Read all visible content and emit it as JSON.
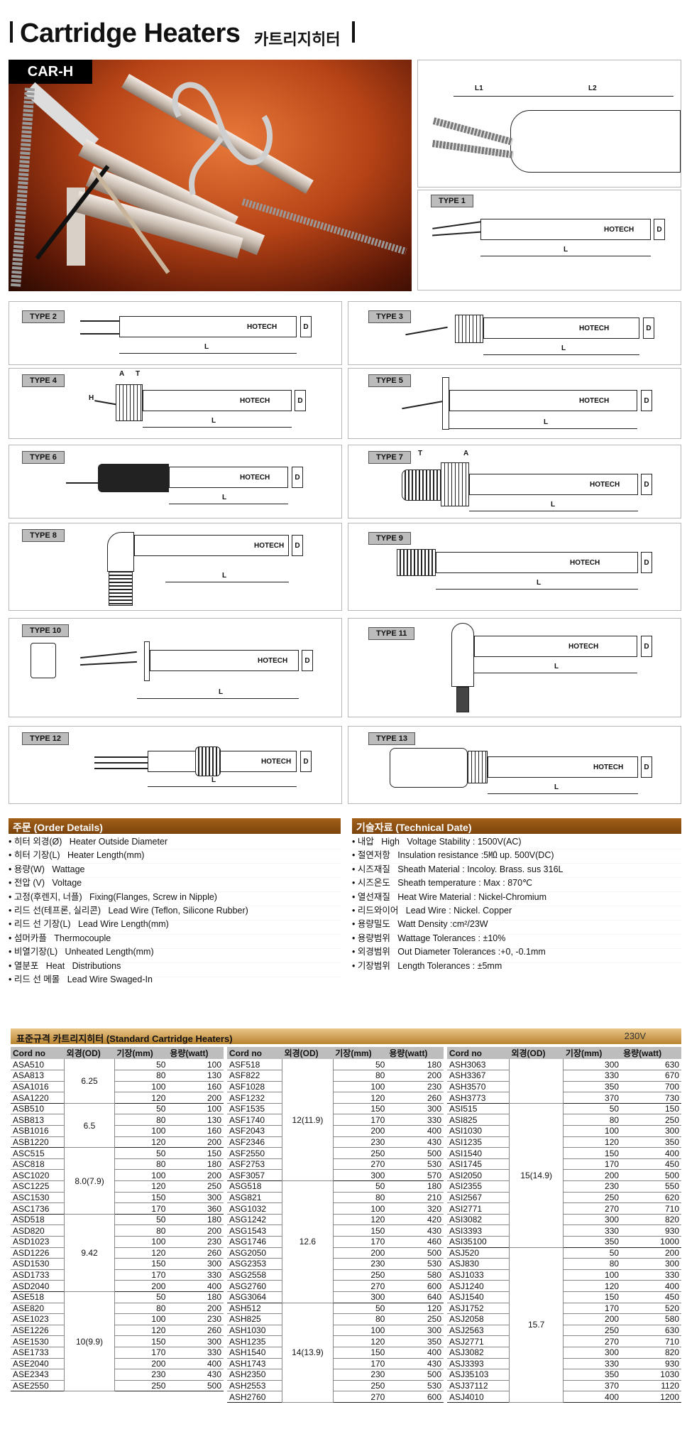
{
  "header": {
    "title": "Cartridge Heaters",
    "title_kr": "카트리지히터"
  },
  "photo": {
    "badge": "CAR-H"
  },
  "diagram_top": {
    "l1": "L1",
    "l2": "L2"
  },
  "types": [
    {
      "label": "TYPE 1",
      "hotech": "HOTECH",
      "d": "D",
      "l": "L"
    },
    {
      "label": "TYPE 2",
      "hotech": "HOTECH",
      "d": "D",
      "l": "L"
    },
    {
      "label": "TYPE 3",
      "hotech": "HOTECH",
      "d": "D",
      "l": "L"
    },
    {
      "label": "TYPE 4",
      "hotech": "HOTECH",
      "d": "D",
      "l": "L",
      "a": "A",
      "t": "T",
      "h": "H"
    },
    {
      "label": "TYPE 5",
      "hotech": "HOTECH",
      "d": "D",
      "l": "L"
    },
    {
      "label": "TYPE 6",
      "hotech": "HOTECH",
      "d": "D",
      "l": "L"
    },
    {
      "label": "TYPE 7",
      "hotech": "HOTECH",
      "d": "D",
      "l": "L",
      "a": "A",
      "t": "T"
    },
    {
      "label": "TYPE 8",
      "hotech": "HOTECH",
      "d": "D",
      "l": "L"
    },
    {
      "label": "TYPE 9",
      "hotech": "HOTECH",
      "d": "D",
      "l": "L"
    },
    {
      "label": "TYPE 10",
      "hotech": "HOTECH",
      "d": "D",
      "l": "L"
    },
    {
      "label": "TYPE 11",
      "hotech": "HOTECH",
      "d": "D",
      "l": "L"
    },
    {
      "label": "TYPE 12",
      "hotech": "HOTECH",
      "d": "D",
      "l": "L"
    },
    {
      "label": "TYPE 13",
      "hotech": "HOTECH",
      "d": "D",
      "l": "L"
    }
  ],
  "order": {
    "title": "주문 (Order Details)",
    "items": [
      "• 히터 외경(Ø)    Heater Outside Diameter",
      "• 히터 기장(L)    Heater Length(mm)",
      "• 용량(W)    Wattage",
      "• 전압 (V)    Voltage",
      "• 고정(후렌지, 너플)    Fixing(Flanges, Screw in Nipple)",
      "• 리드 선(테프론, 실리콘)    Lead Wire (Teflon, Silicone Rubber)",
      "• 리드 선 기장(L)    Lead Wire Length(mm)",
      "• 섬머카플    Thermocouple",
      "• 비열기장(L)    Unheated Length(mm)",
      "• 열분포    Heat    Distributions",
      "• 리드 선 메몰    Lead Wire Swaged-In"
    ]
  },
  "tech": {
    "title": "기술자료 (Technical Date)",
    "items": [
      "• 내압  High  Voltage Stability : 1500V(AC)",
      "• 절연저항   Insulation resistance :5㏁ up. 500V(DC)",
      "• 시즈재질  Sheath Material : Incoloy. Brass. sus 316L",
      "• 시즈온도   Sheath temperature : Max : 870℃",
      "• 열선재질  Heat Wire Material : Nickel-Chromium",
      "• 리드와이어  Lead Wire : Nickel. Copper",
      "• 용량밀도  Watt Density :cm²/23W",
      "• 용량범위  Wattage Tolerances : ±10%",
      "• 외경범위   Out Diameter Tolerances :+0, -0.1mm",
      "• 기장범위   Length Tolerances : ±5mm"
    ]
  },
  "standard": {
    "title": "표준규격 카트리지히터 (Standard Cartridge Heaters)",
    "voltage": "230V",
    "headers": [
      "Cord no",
      "외경(OD)",
      "기장(mm)",
      "용량(watt)"
    ],
    "columns": [
      [
        {
          "od": "6.25",
          "rows": [
            [
              "ASA510",
              "50",
              "100"
            ],
            [
              "ASA813",
              "80",
              "130"
            ],
            [
              "ASA1016",
              "100",
              "160"
            ],
            [
              "ASA1220",
              "120",
              "200"
            ]
          ]
        },
        {
          "od": "6.5",
          "rows": [
            [
              "ASB510",
              "50",
              "100"
            ],
            [
              "ASB813",
              "80",
              "130"
            ],
            [
              "ASB1016",
              "100",
              "160"
            ],
            [
              "ASB1220",
              "120",
              "200"
            ]
          ]
        },
        {
          "od": "8.0(7.9)",
          "rows": [
            [
              "ASC515",
              "50",
              "150"
            ],
            [
              "ASC818",
              "80",
              "180"
            ],
            [
              "ASC1020",
              "100",
              "200"
            ],
            [
              "ASC1225",
              "120",
              "250"
            ],
            [
              "ASC1530",
              "150",
              "300"
            ],
            [
              "ASC1736",
              "170",
              "360"
            ]
          ]
        },
        {
          "od": "9.42",
          "rows": [
            [
              "ASD518",
              "50",
              "180"
            ],
            [
              "ASD820",
              "80",
              "200"
            ],
            [
              "ASD1023",
              "100",
              "230"
            ],
            [
              "ASD1226",
              "120",
              "260"
            ],
            [
              "ASD1530",
              "150",
              "300"
            ],
            [
              "ASD1733",
              "170",
              "330"
            ],
            [
              "ASD2040",
              "200",
              "400"
            ]
          ]
        },
        {
          "od": "10(9.9)",
          "rows": [
            [
              "ASE518",
              "50",
              "180"
            ],
            [
              "ASE820",
              "80",
              "200"
            ],
            [
              "ASE1023",
              "100",
              "230"
            ],
            [
              "ASE1226",
              "120",
              "260"
            ],
            [
              "ASE1530",
              "150",
              "300"
            ],
            [
              "ASE1733",
              "170",
              "330"
            ],
            [
              "ASE2040",
              "200",
              "400"
            ],
            [
              "ASE2343",
              "230",
              "430"
            ],
            [
              "ASE2550",
              "250",
              "500"
            ]
          ]
        }
      ],
      [
        {
          "od": "12(11.9)",
          "rows": [
            [
              "ASF518",
              "50",
              "180"
            ],
            [
              "ASF822",
              "80",
              "200"
            ],
            [
              "ASF1028",
              "100",
              "230"
            ],
            [
              "ASF1232",
              "120",
              "260"
            ],
            [
              "ASF1535",
              "150",
              "300"
            ],
            [
              "ASF1740",
              "170",
              "330"
            ],
            [
              "ASF2043",
              "200",
              "400"
            ],
            [
              "ASF2346",
              "230",
              "430"
            ],
            [
              "ASF2550",
              "250",
              "500"
            ],
            [
              "ASF2753",
              "270",
              "530"
            ],
            [
              "ASF3057",
              "300",
              "570"
            ]
          ]
        },
        {
          "od": "12.6",
          "rows": [
            [
              "ASG518",
              "50",
              "180"
            ],
            [
              "ASG821",
              "80",
              "210"
            ],
            [
              "ASG1032",
              "100",
              "320"
            ],
            [
              "ASG1242",
              "120",
              "420"
            ],
            [
              "ASG1543",
              "150",
              "430"
            ],
            [
              "ASG1746",
              "170",
              "460"
            ],
            [
              "ASG2050",
              "200",
              "500"
            ],
            [
              "ASG2353",
              "230",
              "530"
            ],
            [
              "ASG2558",
              "250",
              "580"
            ],
            [
              "ASG2760",
              "270",
              "600"
            ],
            [
              "ASG3064",
              "300",
              "640"
            ]
          ]
        },
        {
          "od": "14(13.9)",
          "rows": [
            [
              "ASH512",
              "50",
              "120"
            ],
            [
              "ASH825",
              "80",
              "250"
            ],
            [
              "ASH1030",
              "100",
              "300"
            ],
            [
              "ASH1235",
              "120",
              "350"
            ],
            [
              "ASH1540",
              "150",
              "400"
            ],
            [
              "ASH1743",
              "170",
              "430"
            ],
            [
              "ASH2350",
              "230",
              "500"
            ],
            [
              "ASH2553",
              "250",
              "530"
            ],
            [
              "ASH2760",
              "270",
              "600"
            ]
          ]
        }
      ],
      [
        {
          "od": "",
          "rows": [
            [
              "ASH3063",
              "300",
              "630"
            ],
            [
              "ASH3367",
              "330",
              "670"
            ],
            [
              "ASH3570",
              "350",
              "700"
            ],
            [
              "ASH3773",
              "370",
              "730"
            ]
          ]
        },
        {
          "od": "15(14.9)",
          "rows": [
            [
              "ASI515",
              "50",
              "150"
            ],
            [
              "ASI825",
              "80",
              "250"
            ],
            [
              "ASI1030",
              "100",
              "300"
            ],
            [
              "ASI1235",
              "120",
              "350"
            ],
            [
              "ASI1540",
              "150",
              "400"
            ],
            [
              "ASI1745",
              "170",
              "450"
            ],
            [
              "ASI2050",
              "200",
              "500"
            ],
            [
              "ASI2355",
              "230",
              "550"
            ],
            [
              "ASI2567",
              "250",
              "620"
            ],
            [
              "ASI2771",
              "270",
              "710"
            ],
            [
              "ASI3082",
              "300",
              "820"
            ],
            [
              "ASI3393",
              "330",
              "930"
            ],
            [
              "ASI35100",
              "350",
              "1000"
            ]
          ]
        },
        {
          "od": "15.7",
          "rows": [
            [
              "ASJ520",
              "50",
              "200"
            ],
            [
              "ASJ830",
              "80",
              "300"
            ],
            [
              "ASJ1033",
              "100",
              "330"
            ],
            [
              "ASJ1240",
              "120",
              "400"
            ],
            [
              "ASJ1540",
              "150",
              "450"
            ],
            [
              "ASJ1752",
              "170",
              "520"
            ],
            [
              "ASJ2058",
              "200",
              "580"
            ],
            [
              "ASJ2563",
              "250",
              "630"
            ],
            [
              "ASJ2771",
              "270",
              "710"
            ],
            [
              "ASJ3082",
              "300",
              "820"
            ],
            [
              "ASJ3393",
              "330",
              "930"
            ],
            [
              "ASJ35103",
              "350",
              "1030"
            ],
            [
              "ASJ37112",
              "370",
              "1120"
            ],
            [
              "ASJ4010",
              "400",
              "1200"
            ]
          ]
        }
      ]
    ]
  }
}
